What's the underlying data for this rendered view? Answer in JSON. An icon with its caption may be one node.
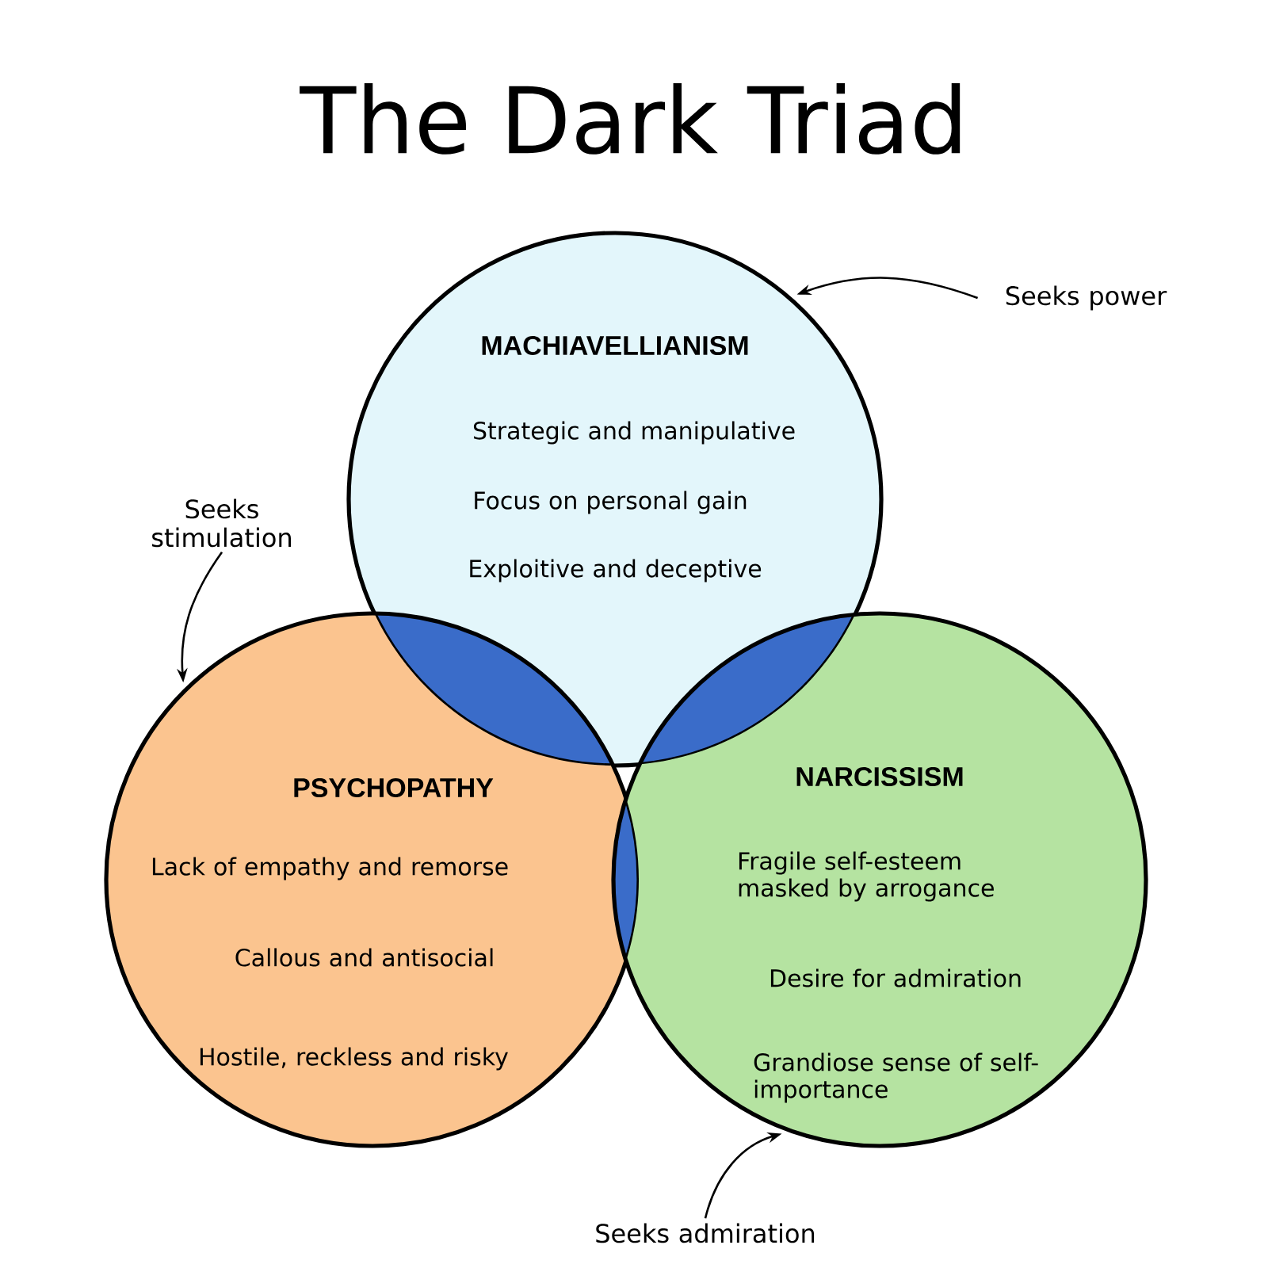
{
  "diagram": {
    "title": "The Dark Triad",
    "nodes": [
      {
        "text": [
          "MACHIAVELLIANISM",
          "Strategic and manipulative",
          "Focus on personal gain",
          "Exploitive and deceptive"
        ]
      },
      {
        "text": [
          "PSYCHOPATHY",
          "Lack of empathy and remorse",
          "Callous and antisocial",
          "Hostile, reckless and risky"
        ]
      },
      {
        "text": [
          "NARCISSISM",
          "Fragile self-esteem masked by arrogance",
          "Desire for admiration",
          "Grandiose sense of self-importance"
        ]
      },
      {
        "text": [
          "Seeks power"
        ]
      },
      {
        "text": [
          "Seeks stimulation"
        ]
      },
      {
        "text": [
          "Seeks admiration"
        ]
      }
    ],
    "edges": [
      {
        "from": 3,
        "to": 0,
        "arrow": "to"
      },
      {
        "from": 4,
        "to": 1,
        "arrow": "to"
      },
      {
        "from": 5,
        "to": 2,
        "arrow": "to"
      }
    ]
  }
}
